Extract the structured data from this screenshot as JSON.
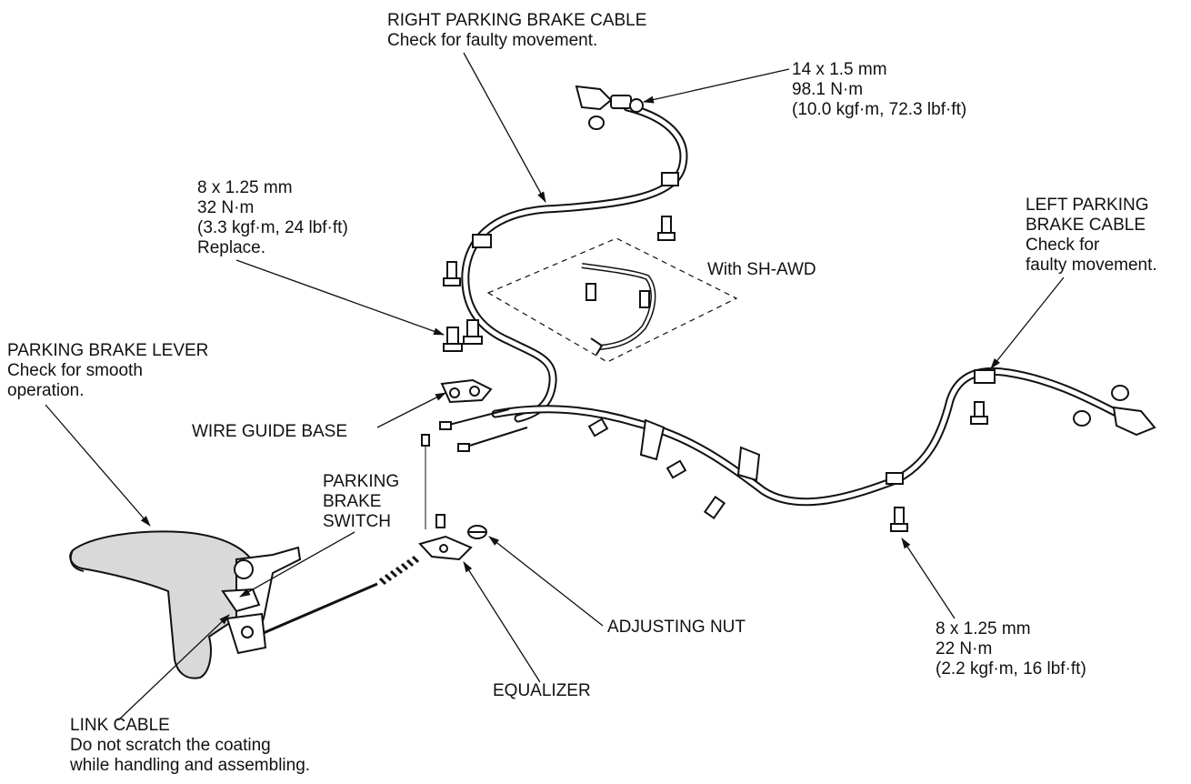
{
  "labels": {
    "right_cable": {
      "title": "RIGHT PARKING BRAKE CABLE",
      "note": "Check for faulty movement."
    },
    "torque_14": {
      "size": "14 x 1.5 mm",
      "nm": "98.1 N·m",
      "alt": "(10.0 kgf·m, 72.3 lbf·ft)"
    },
    "torque_8_32": {
      "size": "8 x 1.25 mm",
      "nm": "32 N·m",
      "alt": "(3.3 kgf·m, 24 lbf·ft)",
      "note": "Replace."
    },
    "left_cable": {
      "line1": "LEFT PARKING",
      "line2": "BRAKE CABLE",
      "line3": "Check for",
      "line4": "faulty movement."
    },
    "sh_awd": "With SH-AWD",
    "lever": {
      "title": "PARKING BRAKE LEVER",
      "line2": "Check for smooth",
      "line3": "operation."
    },
    "wire_guide": "WIRE GUIDE BASE",
    "switch": {
      "line1": "PARKING",
      "line2": "BRAKE",
      "line3": "SWITCH"
    },
    "adjusting_nut": "ADJUSTING NUT",
    "equalizer": "EQUALIZER",
    "torque_8_22": {
      "size": "8 x 1.25 mm",
      "nm": "22 N·m",
      "alt": "(2.2 kgf·m, 16 lbf·ft)"
    },
    "link_cable": {
      "title": "LINK CABLE",
      "line2": "Do not scratch the coating",
      "line3": "while handling and assembling."
    }
  },
  "colors": {
    "ink": "#111111",
    "paper": "#ffffff",
    "lever_fill": "#d9d9d9"
  }
}
